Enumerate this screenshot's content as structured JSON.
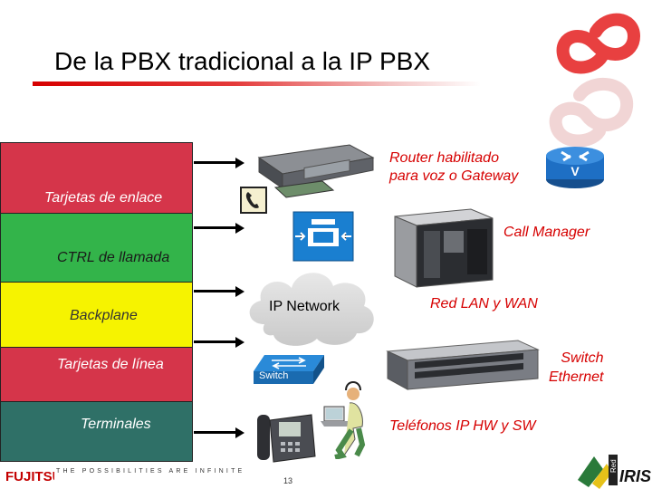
{
  "slide": {
    "title": "De la PBX tradicional a la IP PBX",
    "page_number": "13"
  },
  "layers": [
    {
      "label": "Tarjetas de enlace",
      "color": "#d5354a"
    },
    {
      "label": "CTRL de llamada",
      "color": "#33b44a"
    },
    {
      "label": "Backplane",
      "color": "#f6f300"
    },
    {
      "label": "Tarjetas de línea",
      "color": "#d5354a"
    },
    {
      "label": "Terminales",
      "color": "#2f7067"
    }
  ],
  "devices": {
    "router_label": "Router habilitado\npara voz o Gateway",
    "call_manager_label": "Call Manager",
    "ip_network_label": "IP Network",
    "lan_wan_label": "Red LAN y WAN",
    "switch_ethernet_label": "Switch\nEthernet",
    "switch_icon_text": "Switch",
    "phones_label": "Teléfonos IP HW y SW"
  },
  "footer": {
    "brand": "FUJITSU",
    "tagline": "THE POSSIBILITIES ARE INFINITE",
    "partner": "IRIS",
    "partner_vertical": "Red"
  },
  "colors": {
    "accent_red": "#d60000",
    "fujitsu_red": "#c40000",
    "router_blue": "#1e6fc4",
    "call_icon_blue": "#1a7fd0"
  },
  "icons": [
    "router-icon",
    "phone-handset-icon",
    "call-manager-icon",
    "switch-icon",
    "cloud-icon",
    "ip-phone-icon",
    "headset-user-icon"
  ]
}
